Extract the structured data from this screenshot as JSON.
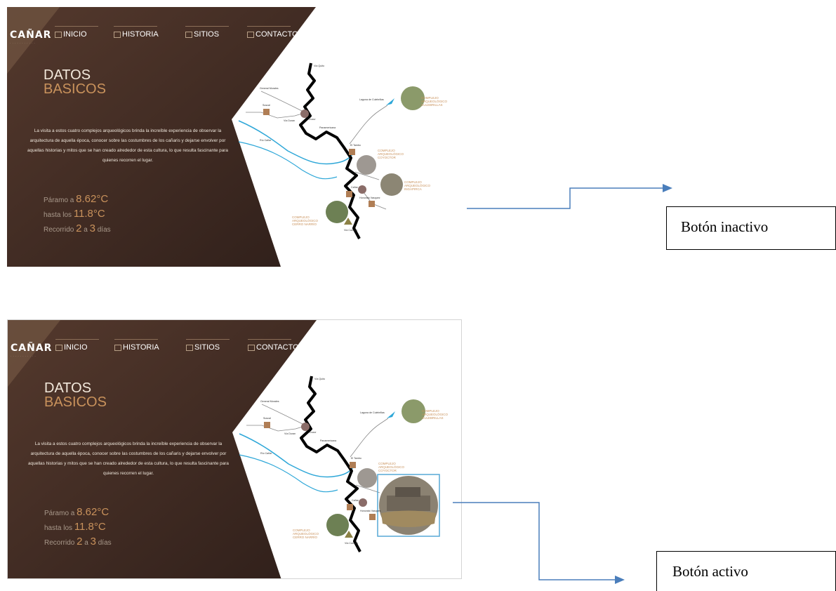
{
  "screens": [
    {
      "logo": "CAÑAR",
      "nav": [
        "INICIO",
        "HISTORIA",
        "SITIOS",
        "CONTACTO"
      ],
      "title_line1": "DATOS",
      "title_line2": "BASICOS",
      "paragraph": "La visita a estos cuatro complejos arqueológicos brinda la increíble experiencia de observar la arquitectura de aquella época, conocer sobre las costumbres de los cañaris y dejarse envolver por aquellas historias y mitos que se han creado alrededor de esta cultura, lo que resulta fascinante para quienes recorren el lugar.",
      "stats": [
        {
          "prefix": "Páramo a ",
          "value": "8.62°C",
          "suffix": ""
        },
        {
          "prefix": "hasta los ",
          "value": "11.8°C",
          "suffix": ""
        },
        {
          "prefix": "Recorrido ",
          "value": "2",
          "middle": " a ",
          "value2": "3",
          "suffix": " días"
        }
      ],
      "map_labels": [
        "Vía Quito",
        "General Morales",
        "Suscal",
        "Vía Duran",
        "Ducur",
        "Panamericana",
        "Río Cañar",
        "Laguna de Culebrillas",
        "El Tambo",
        "Cañar",
        "Honorato Vasquez",
        "Vía Cuenca"
      ],
      "sites": [
        "COMPLEJO ARQUEOLÓGICO CULEBRILLAS",
        "COMPLEJO ARQUEOLÓGICO COYOCTOR",
        "COMPLEJO ARQUEOLÓGICO INGAPIRCA",
        "COMPLEJO ARQUEOLÓGICO CERRO NARRÍO"
      ]
    }
  ],
  "annotations": {
    "inactive": "Botón inactivo",
    "active": "Botón activo"
  },
  "colors": {
    "panel": "#3e2922",
    "accent": "#c9925c",
    "river": "#2ea7d8",
    "arrow": "#4a7ebb",
    "highlight": "#57a8d6"
  }
}
